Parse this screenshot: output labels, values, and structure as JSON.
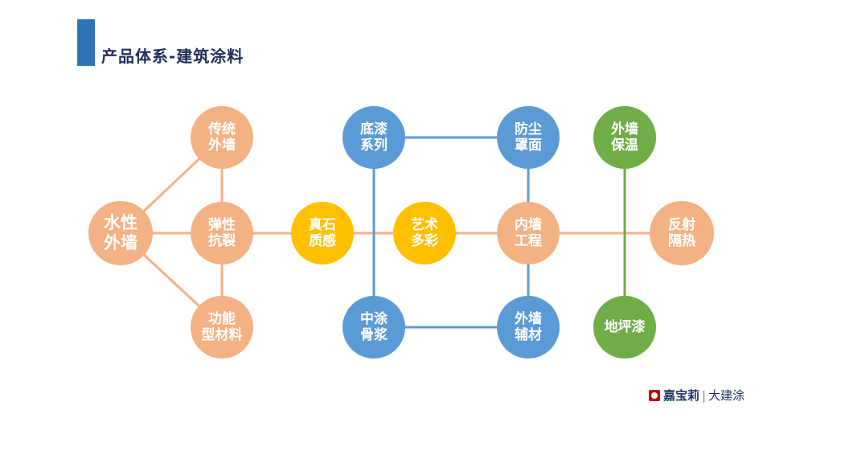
{
  "header": {
    "title": "产品体系-建筑涂料"
  },
  "colors": {
    "orange": "#f4b183",
    "yellow": "#ffc000",
    "blue": "#5b9bd5",
    "green": "#70ad47"
  },
  "nodes": {
    "shuixing": {
      "line1": "水性",
      "line2": "外墙"
    },
    "chuantong": {
      "line1": "传统",
      "line2": "外墙"
    },
    "tanxing": {
      "line1": "弹性",
      "line2": "抗裂"
    },
    "gongneng": {
      "line1": "功能",
      "line2": "型材料"
    },
    "zhenshi": {
      "line1": "真石",
      "line2": "质感"
    },
    "yishu": {
      "line1": "艺术",
      "line2": "多彩"
    },
    "diqi": {
      "line1": "底漆",
      "line2": "系列"
    },
    "zhongtu": {
      "line1": "中涂",
      "line2": "骨浆"
    },
    "fangchen": {
      "line1": "防尘",
      "line2": "罩面"
    },
    "neiqiang": {
      "line1": "内墙",
      "line2": "工程"
    },
    "waiqiangfc": {
      "line1": "外墙",
      "line2": "辅材"
    },
    "baowen": {
      "line1": "外墙",
      "line2": "保温"
    },
    "fanshe": {
      "line1": "反射",
      "line2": "隔热"
    },
    "dipingqi": {
      "line1": "地坪漆"
    }
  },
  "brand": {
    "name": "嘉宝莉",
    "separator": "|",
    "sub": "大建涂"
  }
}
